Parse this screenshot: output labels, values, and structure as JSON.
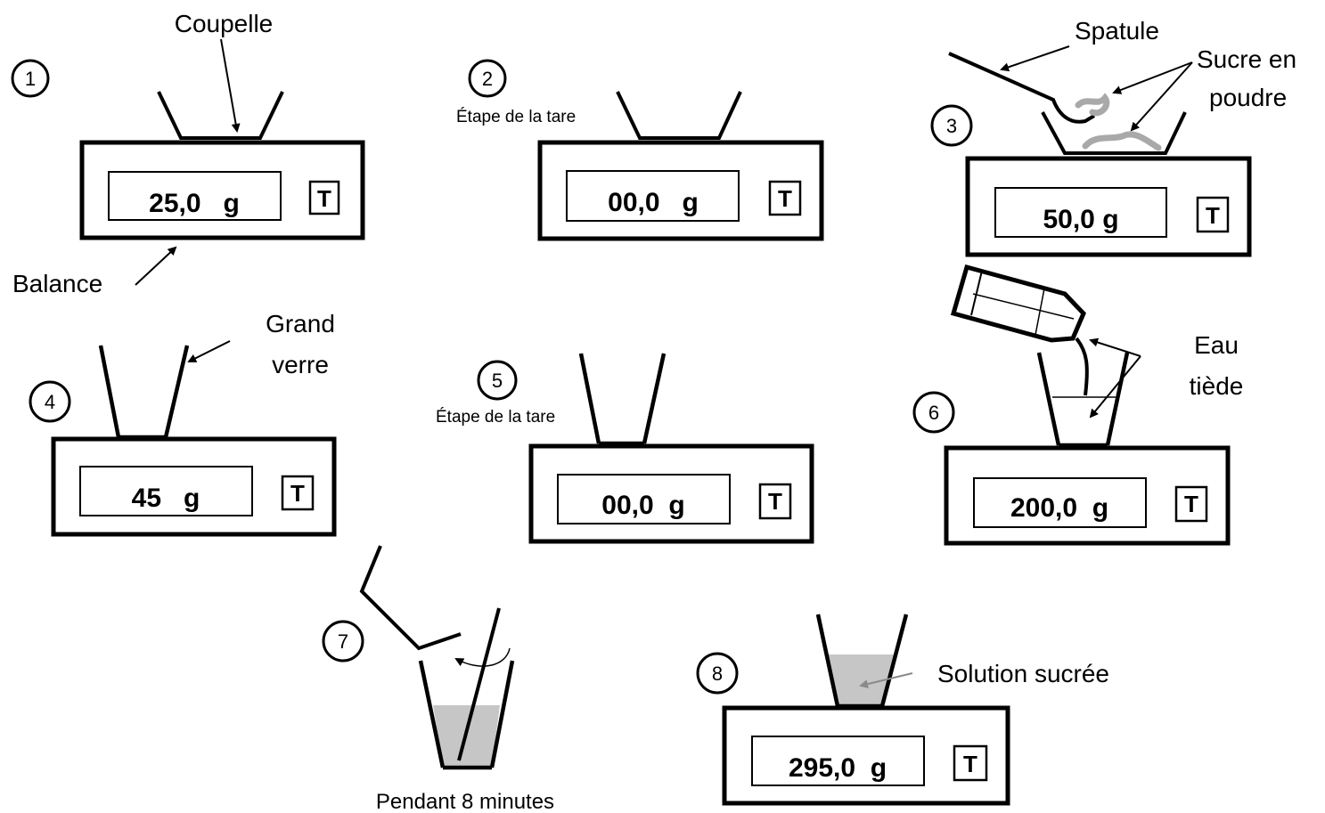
{
  "labels": {
    "coupelle": "Coupelle",
    "balance": "Balance",
    "spatule": "Spatule",
    "sucre_line1": "Sucre en",
    "sucre_line2": "poudre",
    "grand_line1": "Grand",
    "grand_line2": "verre",
    "eau_line1": "Eau",
    "eau_line2": "tiède",
    "solution": "Solution sucrée",
    "pendant": "Pendant 8 minutes"
  },
  "steps": [
    {
      "number": "1",
      "display": "25,0   g",
      "tare_key": "T",
      "note": ""
    },
    {
      "number": "2",
      "display": "00,0   g",
      "tare_key": "T",
      "note": "Étape de la tare"
    },
    {
      "number": "3",
      "display": "50,0 g",
      "tare_key": "T",
      "note": ""
    },
    {
      "number": "4",
      "display": "45   g",
      "tare_key": "T",
      "note": ""
    },
    {
      "number": "5",
      "display": "00,0  g",
      "tare_key": "T",
      "note": "Étape de la tare"
    },
    {
      "number": "6",
      "display": "200,0  g",
      "tare_key": "T",
      "note": ""
    },
    {
      "number": "7",
      "display": "",
      "tare_key": "",
      "note": ""
    },
    {
      "number": "8",
      "display": "295,0  g",
      "tare_key": "T",
      "note": ""
    }
  ],
  "colors": {
    "stroke": "#000000",
    "liquid": "#c6c6c6",
    "sugar": "#a9a9a9",
    "arrow_grey": "#8a8a8a"
  }
}
